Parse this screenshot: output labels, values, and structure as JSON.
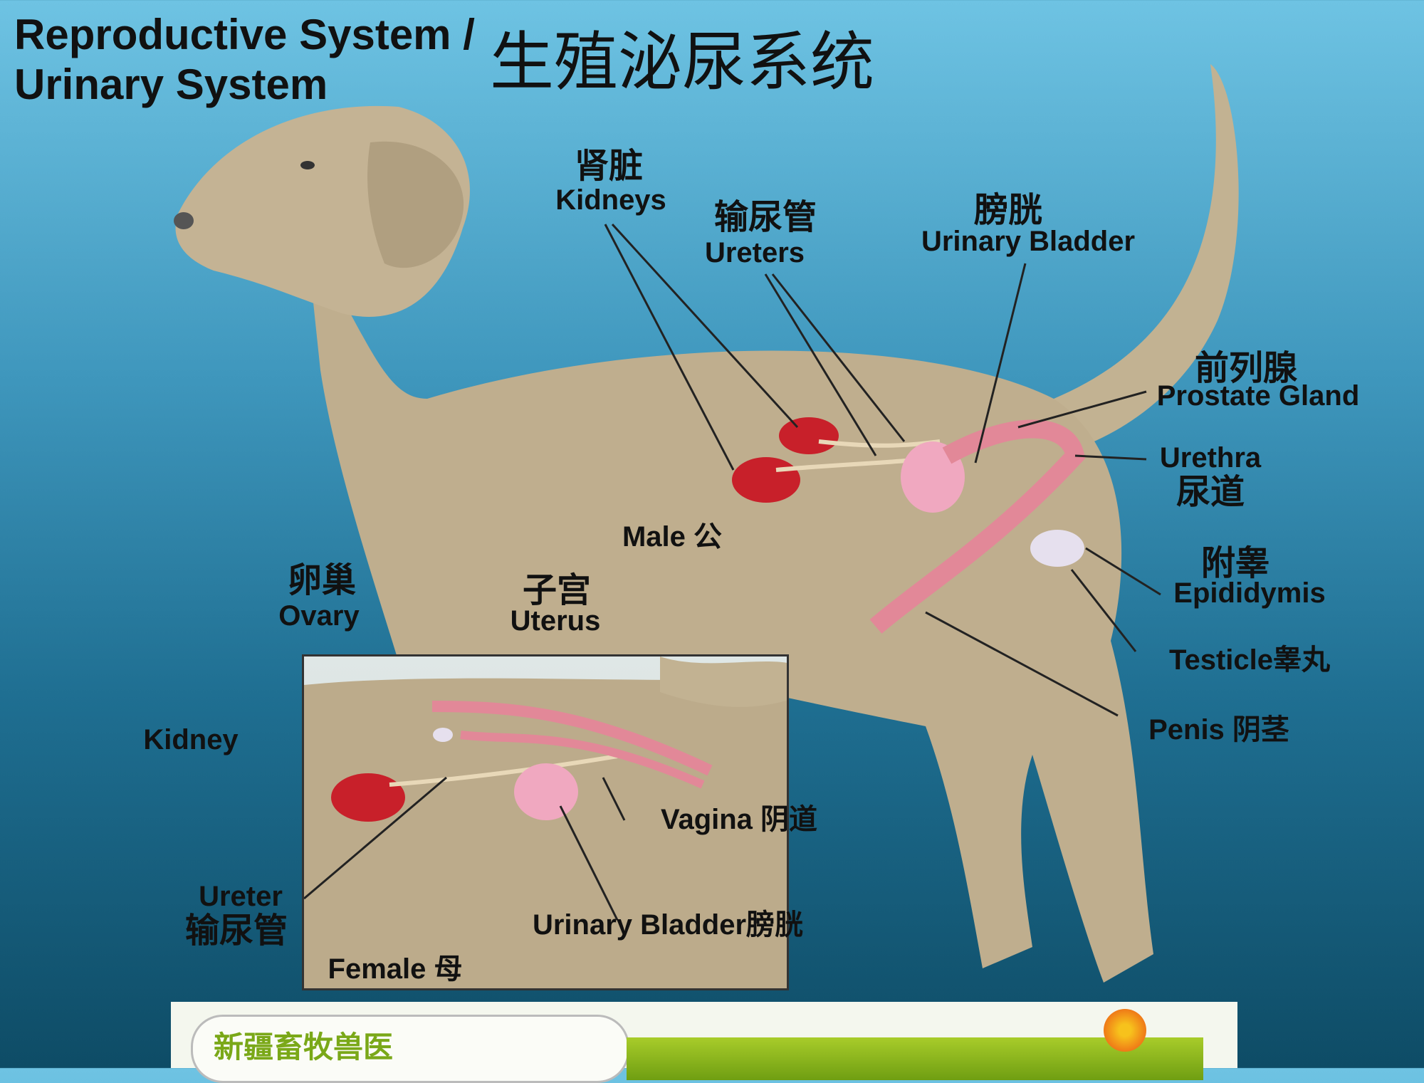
{
  "title": {
    "line1": "Reproductive System /",
    "line2": "Urinary System",
    "zh": "生殖泌尿系统"
  },
  "male_labels": {
    "kidneys": {
      "zh": "肾脏",
      "en": "Kidneys"
    },
    "ureters": {
      "zh": "输尿管",
      "en": "Ureters"
    },
    "bladder": {
      "zh": "膀胱",
      "en": "Urinary Bladder"
    },
    "prostate": {
      "zh": "前列腺",
      "en": "Prostate Gland"
    },
    "urethra": {
      "en": "Urethra",
      "zh": "尿道"
    },
    "epididymis": {
      "zh": "附睾",
      "en": "Epididymis"
    },
    "testicle": "Testicle睾丸",
    "penis": "Penis 阴茎",
    "male": "Male 公"
  },
  "female_labels": {
    "ovary": {
      "zh": "卵巢",
      "en": "Ovary"
    },
    "uterus": {
      "zh": "子宫",
      "en": "Uterus"
    },
    "kidney": "Kidney",
    "vagina": "Vagina 阴道",
    "ureter": {
      "en": "Ureter",
      "zh": "输尿管"
    },
    "bladder": "Urinary Bladder膀胱",
    "female": "Female 母"
  },
  "banner": {
    "text": "新疆畜牧兽医"
  },
  "colors": {
    "organ_red": "#c8202a",
    "organ_pink": "#f0a8c0",
    "dog_fur": "#bfae8e"
  }
}
